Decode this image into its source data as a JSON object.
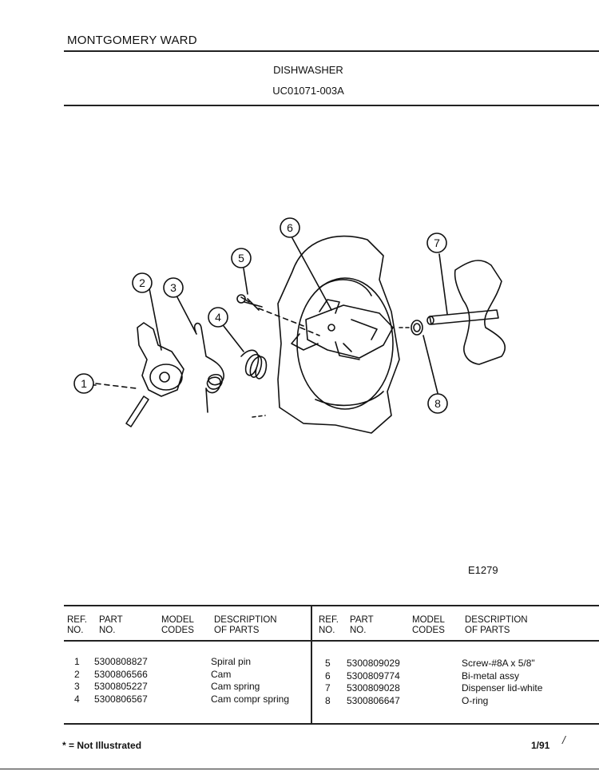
{
  "header": {
    "brand": "MONTGOMERY WARD",
    "title": "DISHWASHER",
    "model_number": "UC01071-003A"
  },
  "diagram": {
    "figure_id": "E1279",
    "callouts": [
      "1",
      "2",
      "3",
      "4",
      "5",
      "6",
      "7",
      "8"
    ]
  },
  "table": {
    "headers": {
      "ref_line1": "REF.",
      "ref_line2": "NO.",
      "part_line1": "PART",
      "part_line2": "NO.",
      "model_line1": "MODEL",
      "model_line2": "CODES",
      "desc_line1": "DESCRIPTION",
      "desc_line2": "OF PARTS"
    },
    "left_rows": [
      {
        "ref": "1",
        "part": "5300808827",
        "codes": "",
        "desc": "Spiral pin"
      },
      {
        "ref": "2",
        "part": "5300806566",
        "codes": "",
        "desc": "Cam"
      },
      {
        "ref": "3",
        "part": "5300805227",
        "codes": "",
        "desc": "Cam spring"
      },
      {
        "ref": "4",
        "part": "5300806567",
        "codes": "",
        "desc": "Cam compr spring"
      }
    ],
    "right_rows": [
      {
        "ref": "5",
        "part": "5300809029",
        "codes": "",
        "desc": "Screw-#8A x 5/8\""
      },
      {
        "ref": "6",
        "part": "5300809774",
        "codes": "",
        "desc": "Bi-metal assy"
      },
      {
        "ref": "7",
        "part": "5300809028",
        "codes": "",
        "desc": "Dispenser lid-white"
      },
      {
        "ref": "8",
        "part": "5300806647",
        "codes": "",
        "desc": "O-ring"
      }
    ]
  },
  "footer": {
    "note": "* = Not Illustrated",
    "date": "1/91",
    "mark": "/"
  }
}
